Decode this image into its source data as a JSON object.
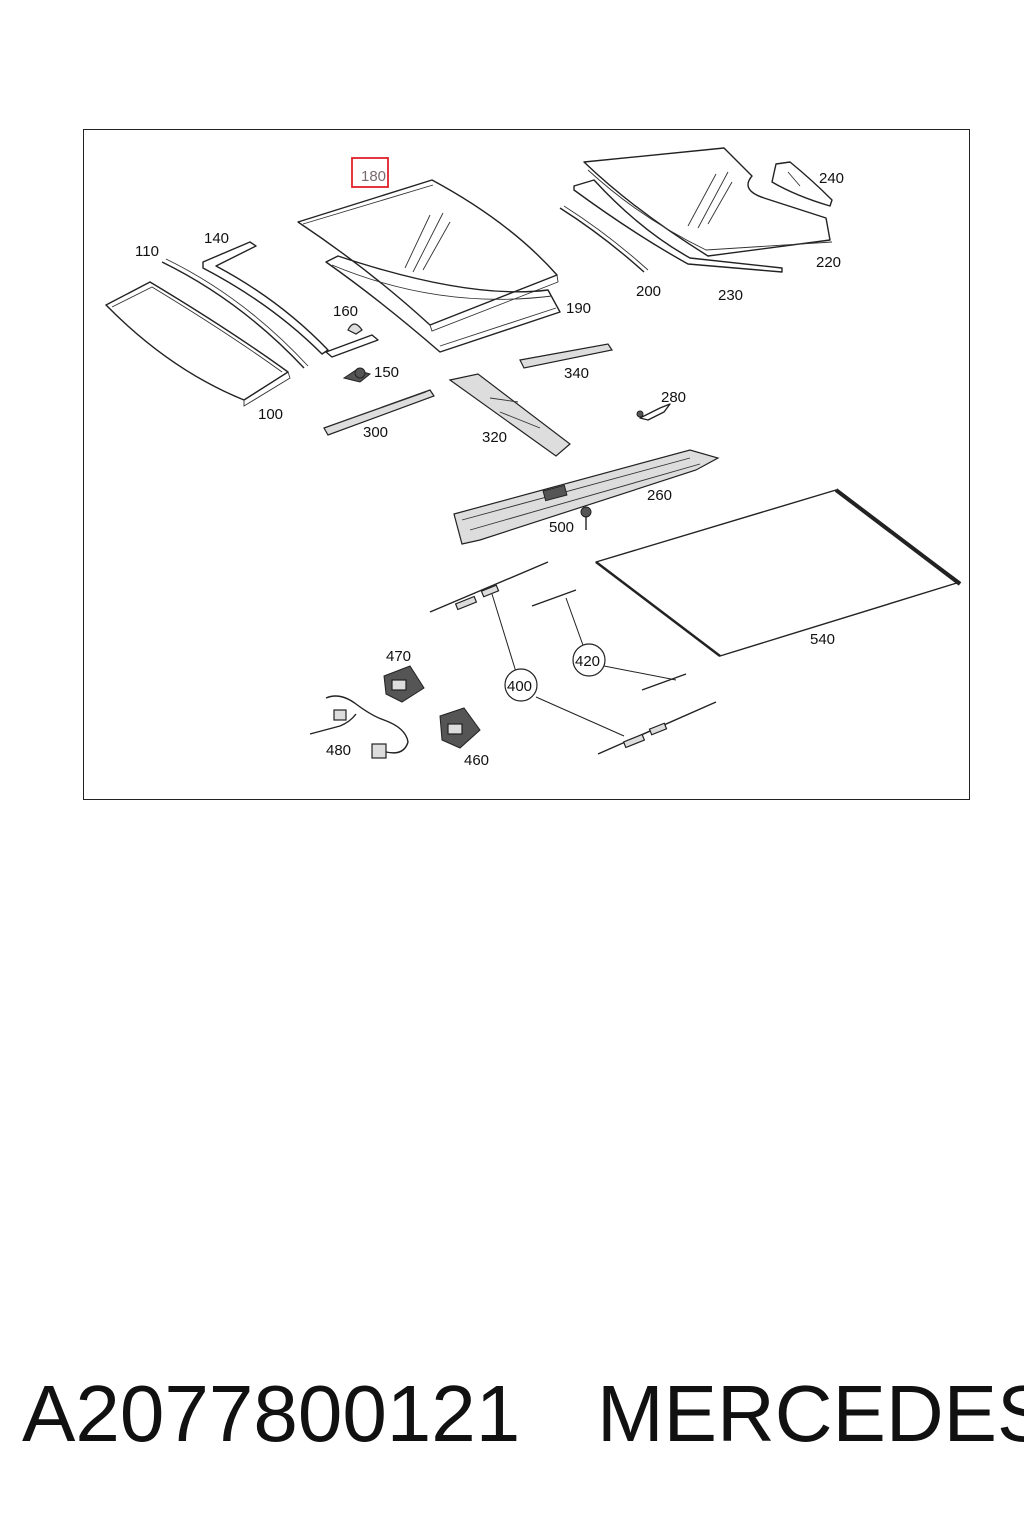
{
  "diagram": {
    "highlighted": "180",
    "labels": [
      "110",
      "140",
      "180",
      "160",
      "190",
      "100",
      "150",
      "300",
      "320",
      "340",
      "200",
      "230",
      "220",
      "240",
      "280",
      "260",
      "500",
      "540",
      "420",
      "400",
      "470",
      "480",
      "460"
    ]
  },
  "footer": {
    "part_number": "A2077800121",
    "brand": "MERCEDES"
  },
  "colors": {
    "highlight": "#e0202a",
    "line": "#222222"
  }
}
